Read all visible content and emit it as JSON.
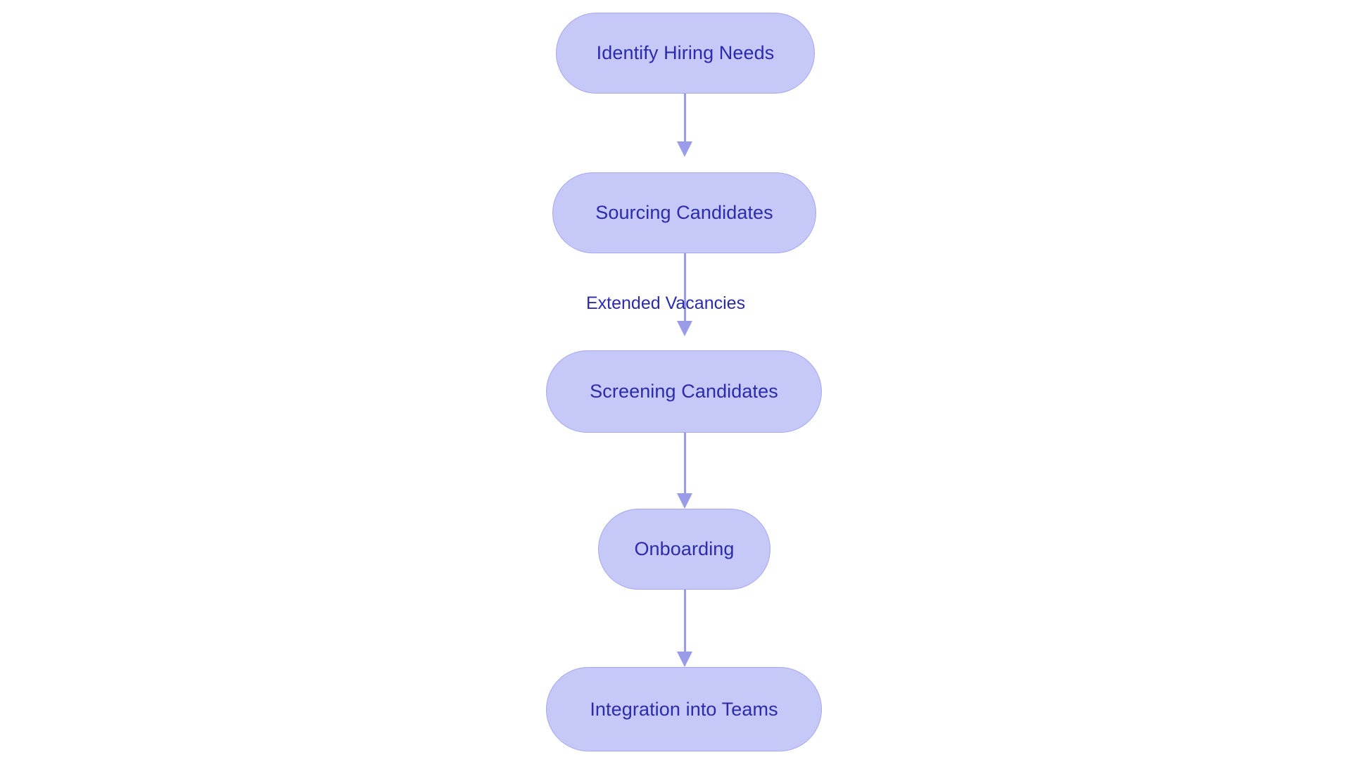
{
  "diagram": {
    "type": "flowchart",
    "orientation": "top-to-bottom",
    "background_color": "#ffffff",
    "node_fill_color": "#c6c8f8",
    "node_border_color": "#a4a8ef",
    "node_text_color": "#2b2bab",
    "edge_color": "#9a9cea",
    "edge_label_text_color": "#2b2bab",
    "nodes": [
      {
        "id": "identify-hiring-needs",
        "label": "Identify Hiring Needs"
      },
      {
        "id": "sourcing-candidates",
        "label": "Sourcing Candidates"
      },
      {
        "id": "screening-candidates",
        "label": "Screening Candidates"
      },
      {
        "id": "onboarding",
        "label": "Onboarding"
      },
      {
        "id": "integration-into-teams",
        "label": "Integration into Teams"
      }
    ],
    "edges": [
      {
        "id": "edge1",
        "from": "identify-hiring-needs",
        "to": "sourcing-candidates",
        "label": ""
      },
      {
        "id": "edge2",
        "from": "sourcing-candidates",
        "to": "screening-candidates",
        "label": "Extended Vacancies"
      },
      {
        "id": "edge3",
        "from": "screening-candidates",
        "to": "onboarding",
        "label": ""
      },
      {
        "id": "edge4",
        "from": "onboarding",
        "to": "integration-into-teams",
        "label": ""
      }
    ]
  }
}
